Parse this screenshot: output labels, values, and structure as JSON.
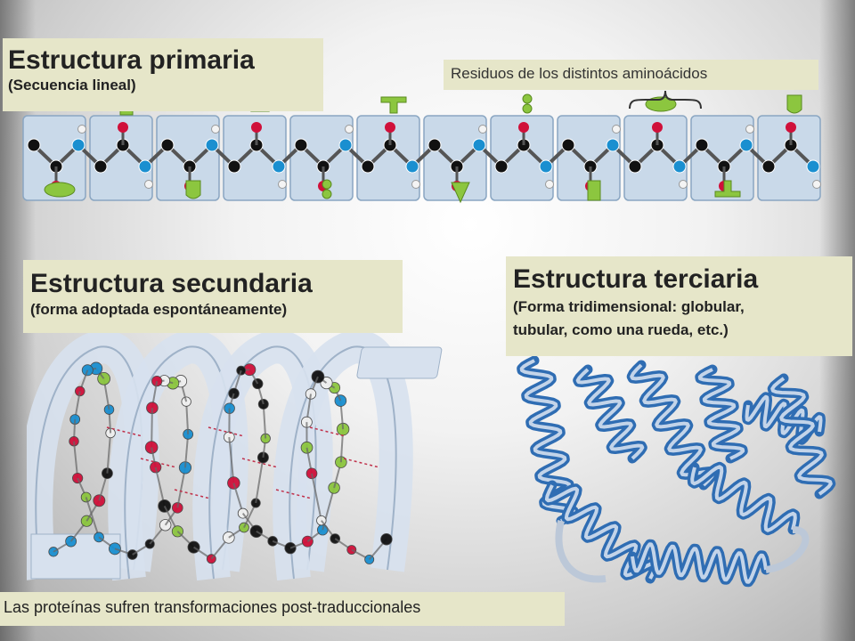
{
  "primary": {
    "title": "Estructura primaria",
    "subtitle": "(Secuencia lineal)"
  },
  "residues_label": "Residuos de los distintos aminoácidos",
  "secondary": {
    "title": "Estructura secundaria",
    "subtitle": "(forma adoptada espontáneamente)"
  },
  "tertiary": {
    "title": "Estructura terciaria",
    "subtitle_line1": "(Forma tridimensional: globular,",
    "subtitle_line2": "tubular, como una rueda, etc.)"
  },
  "footer": "Las proteínas sufren transformaciones post-traduccionales",
  "colors": {
    "label_bg": "#e6e6c9",
    "residue_green": "#8cc63f",
    "helix_blue": "#2f6db3",
    "oxygen": "#d0103a",
    "nitrogen": "#1a8fd0",
    "carbon": "#111111"
  }
}
